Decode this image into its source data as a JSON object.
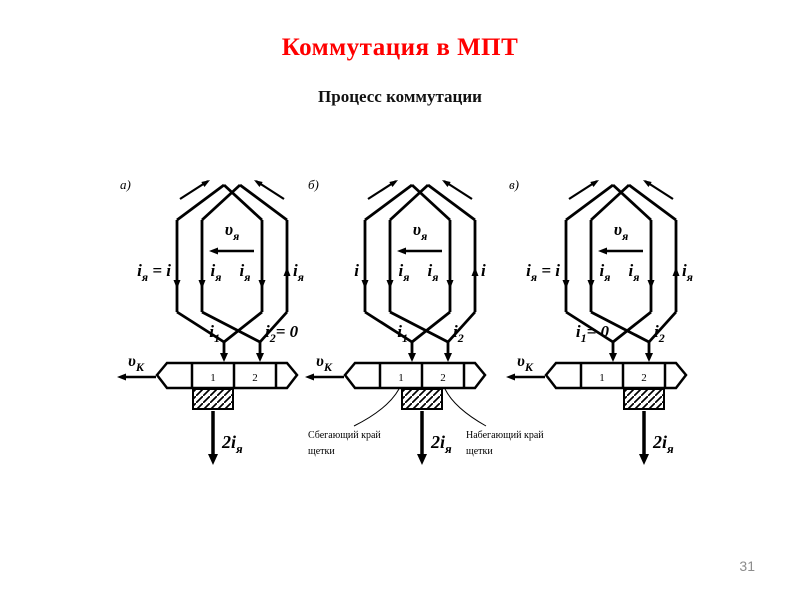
{
  "slide": {
    "title": "Коммутация в МПТ",
    "subtitle": "Процесс коммутации",
    "page_number": "31",
    "colors": {
      "title": "#ff0000",
      "diagram_lines": "#000000",
      "page_number": "#8c8c8c"
    }
  },
  "figure": {
    "armature_speed_label": [
      {
        "t": "υ"
      },
      {
        "s": "я"
      }
    ],
    "commutator_speed_label": [
      {
        "t": "υ"
      },
      {
        "s": "К"
      }
    ],
    "brush_current_label": [
      {
        "t": "2i"
      },
      {
        "s": "я"
      }
    ],
    "segment_labels": [
      "1",
      "2"
    ],
    "brush_callouts": {
      "left": [
        "Сбегающий край",
        "щетки"
      ],
      "right": [
        "Набегающий край",
        "щетки"
      ]
    },
    "diagrams": [
      {
        "letter": "а)",
        "brush_position": "left",
        "show_callouts": false,
        "currents": {
          "outer_left": [
            {
              "t": "i"
            },
            {
              "s": "я"
            },
            {
              "t": " = i"
            }
          ],
          "inner_left": [
            {
              "t": "i"
            },
            {
              "s": "я"
            }
          ],
          "inner_right": [
            {
              "t": "i"
            },
            {
              "s": "я"
            }
          ],
          "outer_right": [
            {
              "t": "i"
            },
            {
              "s": "я"
            }
          ],
          "segment1": [
            {
              "t": "i"
            },
            {
              "s": "1"
            }
          ],
          "segment2": [
            {
              "t": "i"
            },
            {
              "s": "2"
            },
            {
              "t": "= 0"
            }
          ]
        }
      },
      {
        "letter": "б)",
        "brush_position": "center",
        "show_callouts": true,
        "currents": {
          "outer_left": [
            {
              "t": "i"
            }
          ],
          "inner_left": [
            {
              "t": "i"
            },
            {
              "s": "я"
            }
          ],
          "inner_right": [
            {
              "t": "i"
            },
            {
              "s": "я"
            }
          ],
          "outer_right": [
            {
              "t": "i"
            }
          ],
          "segment1": [
            {
              "t": "i"
            },
            {
              "s": "1"
            }
          ],
          "segment2": [
            {
              "t": "i"
            },
            {
              "s": "2"
            }
          ]
        }
      },
      {
        "letter": "в)",
        "brush_position": "right",
        "show_callouts": false,
        "currents": {
          "outer_left": [
            {
              "t": "i"
            },
            {
              "s": "я"
            },
            {
              "t": " = i"
            }
          ],
          "inner_left": [
            {
              "t": "i"
            },
            {
              "s": "я"
            }
          ],
          "inner_right": [
            {
              "t": "i"
            },
            {
              "s": "я"
            }
          ],
          "outer_right": [
            {
              "t": "i"
            },
            {
              "s": "я"
            }
          ],
          "segment1": [
            {
              "t": "i"
            },
            {
              "s": "1"
            },
            {
              "t": "= 0"
            }
          ],
          "segment2": [
            {
              "t": "i"
            },
            {
              "s": "2"
            }
          ]
        }
      }
    ]
  }
}
